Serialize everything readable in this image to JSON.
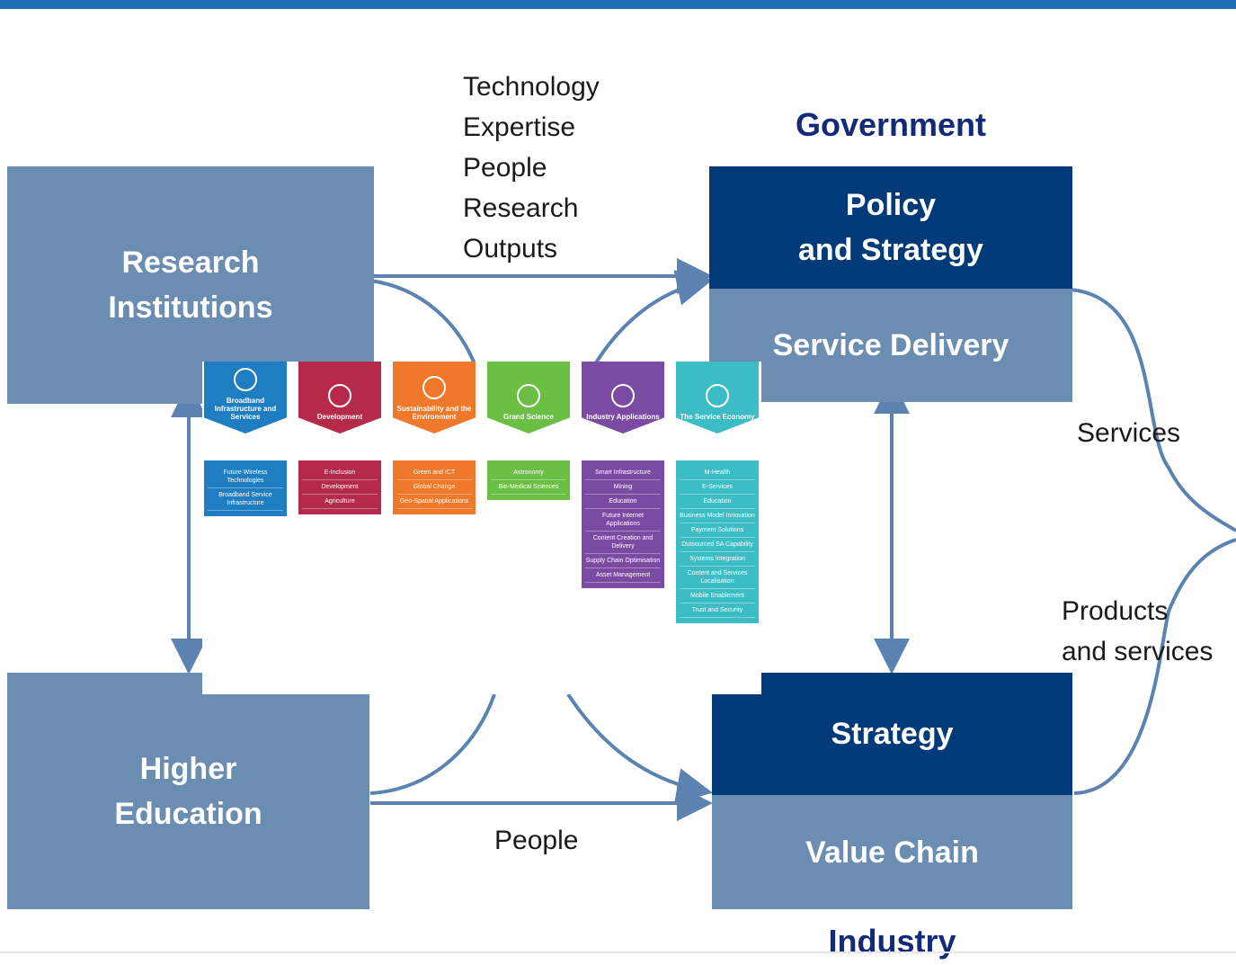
{
  "boxes": {
    "research_institutions": "Research\nInstitutions",
    "higher_education": "Higher\nEducation",
    "policy_strategy": "Policy\nand Strategy",
    "service_delivery": "Service Delivery",
    "strategy": "Strategy",
    "value_chain": "Value Chain"
  },
  "headings": {
    "government": "Government",
    "industry": "Industry"
  },
  "labels": {
    "research_flow": "Technology\nExpertise\nPeople\nResearch\nOutputs",
    "people": "People",
    "services": "Services",
    "products_services": "Products\nand services"
  },
  "colors": {
    "box_light": "#6b8db2",
    "box_dark": "#003a78",
    "arrow": "#5b82b0",
    "heading": "#132a78"
  },
  "inset": {
    "columns": [
      {
        "title": "Broadband Infrastructure and Services",
        "color": "#1f7ec1",
        "icon": "broadband-icon",
        "items": [
          "Future Wireless Technologies",
          "Broadband Service Infrastructure"
        ]
      },
      {
        "title": "Development",
        "color": "#b5294a",
        "icon": "growth-icon",
        "items": [
          "E-Inclusion",
          "Development",
          "Agriculture"
        ]
      },
      {
        "title": "Sustainability and the Environment",
        "color": "#f0782a",
        "icon": "globe-icon",
        "items": [
          "Green and ICT",
          "Global Change",
          "Geo-Spatial Applications"
        ]
      },
      {
        "title": "Grand Science",
        "color": "#6cbf45",
        "icon": "science-icon",
        "items": [
          "Astronomy",
          "Bio-Medical Sciences"
        ]
      },
      {
        "title": "Industry Applications",
        "color": "#7b4aa2",
        "icon": "factory-icon",
        "items": [
          "Smart Infrastructure",
          "Mining",
          "Education",
          "Future Internet Applications",
          "Content Creation and Delivery",
          "Supply Chain Optimisation",
          "Asset Management"
        ]
      },
      {
        "title": "The Service Economy",
        "color": "#3cbcc4",
        "icon": "service-icon",
        "items": [
          "M-Health",
          "E-Services",
          "Education",
          "Business Model Innovation",
          "Payment Solutions",
          "Outsourced SA Capability",
          "Systems Integration",
          "Content and Services Localisation",
          "Mobile Enablement",
          "Trust and Security"
        ]
      }
    ]
  }
}
